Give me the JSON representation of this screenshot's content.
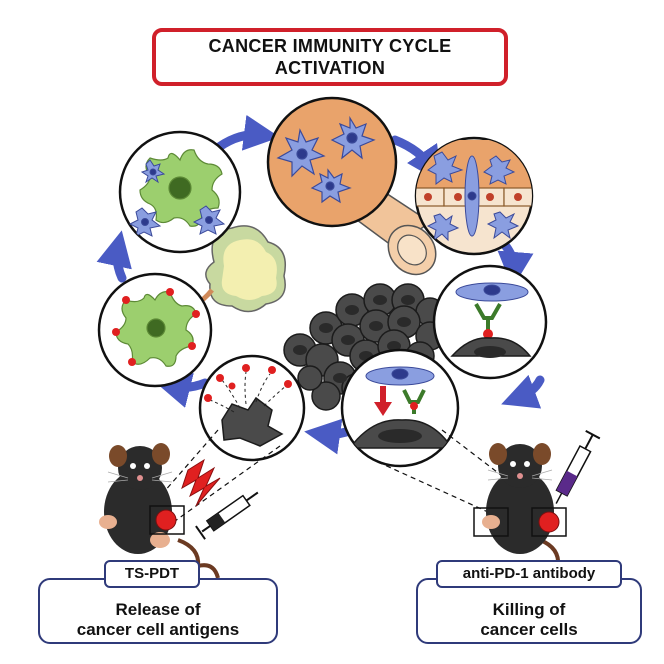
{
  "title": {
    "line1": "CANCER IMMUNITY CYCLE",
    "line2": "ACTIVATION"
  },
  "left_panel": {
    "tag": "TS-PDT",
    "line1": "Release of",
    "line2": "cancer cell antigens"
  },
  "right_panel": {
    "tag": "anti-PD-1 antibody",
    "line1": "Killing of",
    "line2": "cancer cells"
  },
  "colors": {
    "arrow": "#4a5bc4",
    "title_border": "#d0202a",
    "panel_border": "#2f3a7a",
    "dendritic_cell": "#9ccf6e",
    "t_cell": "#8a9ee0",
    "antigen": "#e02020",
    "tumor": "#3a3a3a",
    "lymph_node": "#f3efb0",
    "vessel": "#f1c49a",
    "mouse": "#2b2b2b",
    "laser": "#e02020",
    "syringe_drug": "#5a2a8a"
  },
  "icons": [
    "cycle-arrow-icon",
    "laser-bolt-icon",
    "syringe-icon",
    "mouse-icon",
    "tumor-icon",
    "t-cell-icon",
    "dendritic-cell-icon",
    "lymph-node-icon",
    "blood-vessel-icon"
  ]
}
